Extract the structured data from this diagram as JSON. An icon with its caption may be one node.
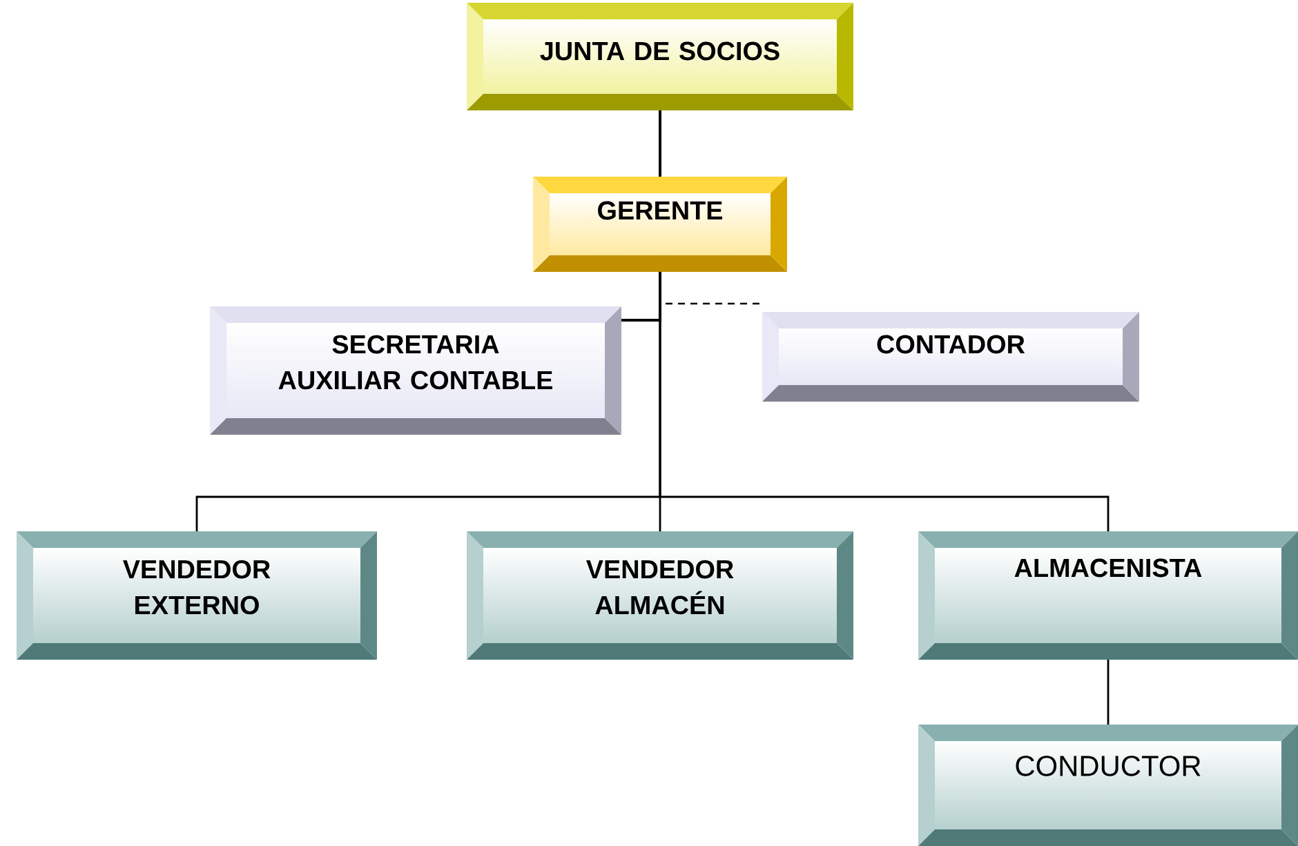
{
  "diagram": {
    "nodes": [
      {
        "text": [
          "JUNTA DE SOCIOS"
        ]
      },
      {
        "text": [
          "GERENTE"
        ]
      },
      {
        "text": [
          "SECRETARIA AUXILIAR CONTABLE"
        ]
      },
      {
        "text": [
          "CONTADOR"
        ]
      },
      {
        "text": [
          "VENDEDOR EXTERNO"
        ]
      },
      {
        "text": [
          "VENDEDOR ALMACÉN"
        ]
      },
      {
        "text": [
          "ALMACENISTA"
        ]
      },
      {
        "text": [
          "CONDUCTOR"
        ]
      }
    ],
    "edges": [
      {
        "from": 0,
        "to": 1,
        "arrow": "none"
      },
      {
        "from": 1,
        "to": 2,
        "arrow": "none"
      },
      {
        "from": 1,
        "to": 3,
        "arrow": "none",
        "style": "dashed"
      },
      {
        "from": 1,
        "to": 4,
        "arrow": "none"
      },
      {
        "from": 1,
        "to": 5,
        "arrow": "none"
      },
      {
        "from": 1,
        "to": 6,
        "arrow": "none"
      },
      {
        "from": 6,
        "to": 7,
        "arrow": "none"
      }
    ]
  }
}
